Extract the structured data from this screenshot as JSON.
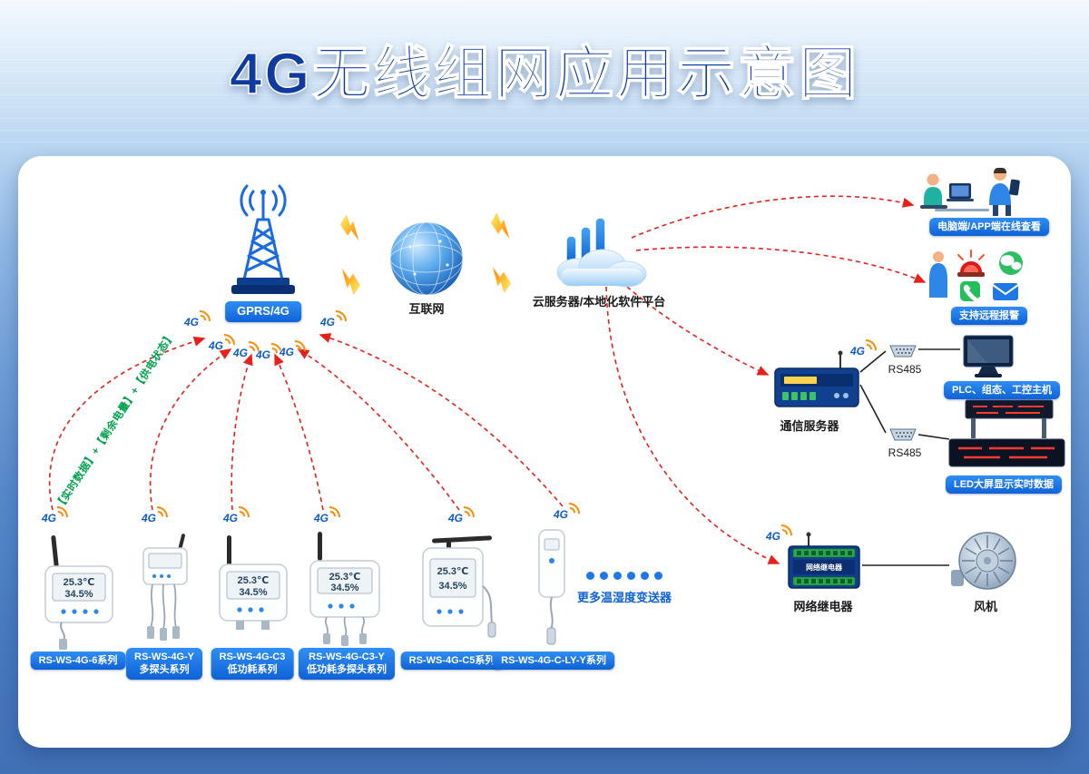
{
  "title": "4G无线组网应用示意图",
  "g4": "4G",
  "backbone": {
    "tower_badge": "GPRS/4G",
    "internet_label": "互联网",
    "cloud_label": "云服务器/本地化软件平台"
  },
  "right_branch": {
    "pc_badge": "电脑端/APP端在线查看",
    "alarm_badge": "支持远程报警",
    "comm_server_label": "通信服务器",
    "rs485_label": "RS485",
    "plc_badge": "PLC、组态、工控主机",
    "led_badge": "LED大屏显示实时数据",
    "relay_label": "网络继电器",
    "fan_label": "风机"
  },
  "flow_label": "【实时数据】+【剩余电量】+【供电状态】",
  "sensors": [
    {
      "line1": "RS-WS-4G-6系列",
      "line2": ""
    },
    {
      "line1": "RS-WS-4G-Y",
      "line2": "多探头系列"
    },
    {
      "line1": "RS-WS-4G-C3",
      "line2": "低功耗系列"
    },
    {
      "line1": "RS-WS-4G-C3-Y",
      "line2": "低功耗多探头系列"
    },
    {
      "line1": "RS-WS-4G-C5系列",
      "line2": ""
    },
    {
      "line1": "RS-WS-4G-C-LY-Y系列",
      "line2": ""
    }
  ],
  "more_sensors_label": "更多温湿度变送器",
  "lcd": {
    "temp": "25.3℃",
    "hum": "34.5%"
  }
}
